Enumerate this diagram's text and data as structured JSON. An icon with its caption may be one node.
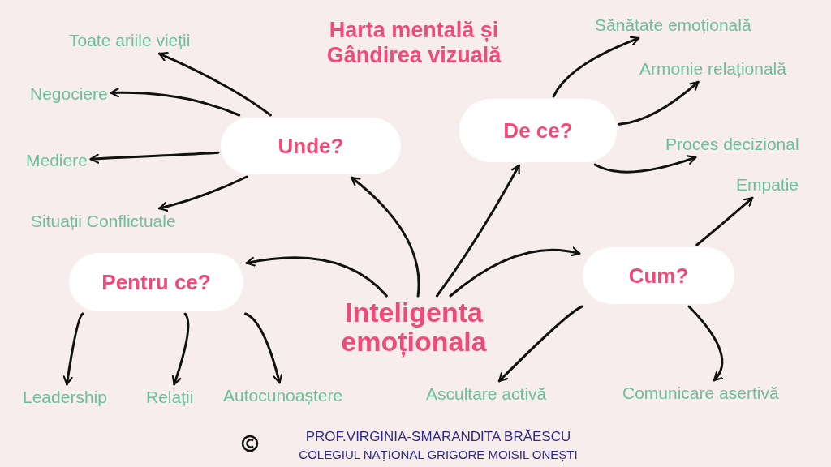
{
  "diagram": {
    "title": "Harta mentală și Gândirea vizuală",
    "nodes": [
      {
        "text": [
          "Inteligenta emoționala"
        ]
      },
      {
        "text": [
          "Unde?"
        ]
      },
      {
        "text": [
          "De ce?"
        ]
      },
      {
        "text": [
          "Pentru ce?"
        ]
      },
      {
        "text": [
          "Cum?"
        ]
      },
      {
        "text": [
          "Toate ariile vieții"
        ]
      },
      {
        "text": [
          "Negociere"
        ]
      },
      {
        "text": [
          "Mediere"
        ]
      },
      {
        "text": [
          "Situații Conflictuale"
        ]
      },
      {
        "text": [
          "Sănătate emoțională"
        ]
      },
      {
        "text": [
          "Armonie relațională"
        ]
      },
      {
        "text": [
          "Proces decizional"
        ]
      },
      {
        "text": [
          "Empatie"
        ]
      },
      {
        "text": [
          "Leadership"
        ]
      },
      {
        "text": [
          "Relații"
        ]
      },
      {
        "text": [
          "Autocunoaștere"
        ]
      },
      {
        "text": [
          "Ascultare activă"
        ]
      },
      {
        "text": [
          "Comunicare asertivă"
        ]
      }
    ],
    "edges": [
      {
        "from": 0,
        "to": 1,
        "arrow": "to"
      },
      {
        "from": 0,
        "to": 2,
        "arrow": "to"
      },
      {
        "from": 0,
        "to": 3,
        "arrow": "to"
      },
      {
        "from": 0,
        "to": 4,
        "arrow": "to"
      },
      {
        "from": 1,
        "to": 5,
        "arrow": "to"
      },
      {
        "from": 1,
        "to": 6,
        "arrow": "to"
      },
      {
        "from": 1,
        "to": 7,
        "arrow": "to"
      },
      {
        "from": 1,
        "to": 8,
        "arrow": "to"
      },
      {
        "from": 2,
        "to": 9,
        "arrow": "to"
      },
      {
        "from": 2,
        "to": 10,
        "arrow": "to"
      },
      {
        "from": 2,
        "to": 11,
        "arrow": "to"
      },
      {
        "from": 4,
        "to": 12,
        "arrow": "to"
      },
      {
        "from": 3,
        "to": 13,
        "arrow": "to"
      },
      {
        "from": 3,
        "to": 14,
        "arrow": "to"
      },
      {
        "from": 3,
        "to": 15,
        "arrow": "to"
      },
      {
        "from": 4,
        "to": 16,
        "arrow": "to"
      },
      {
        "from": 4,
        "to": 17,
        "arrow": "to"
      }
    ],
    "labels": [
      "PROF.VIRGINIA-SMARANDITA BRĂESCU",
      "COLEGIUL NAȚIONAL GRIGORE MOISIL ONEȘTI"
    ]
  }
}
